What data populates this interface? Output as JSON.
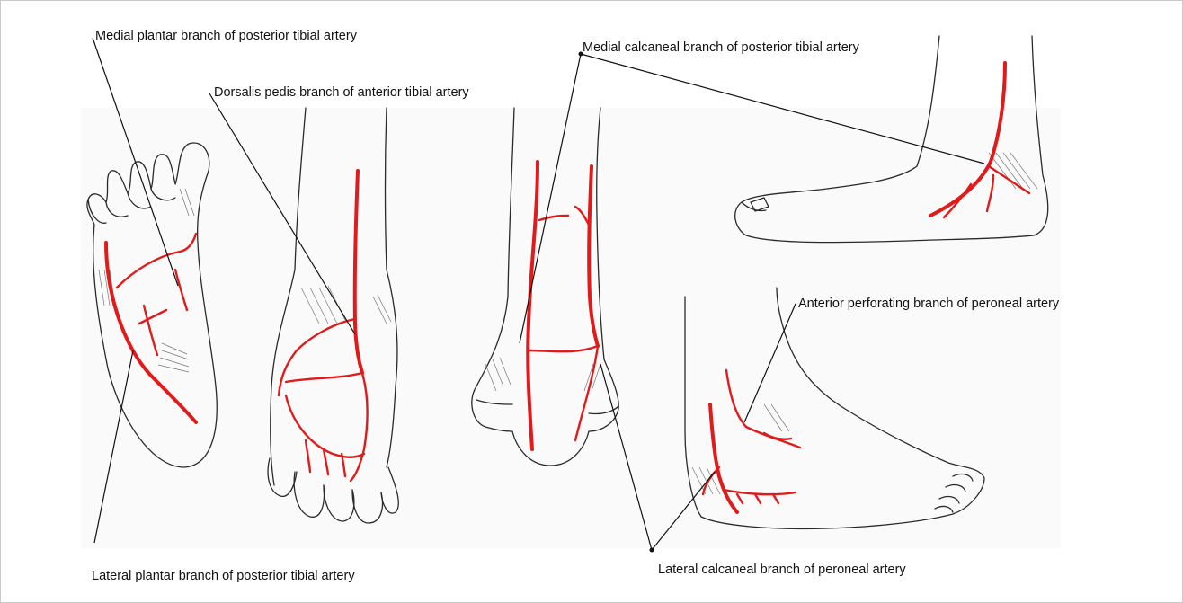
{
  "labels": {
    "medial_plantar": "Medial plantar branch of posterior tibial artery",
    "dorsalis_pedis": "Dorsalis pedis branch of anterior tibial artery",
    "medial_calcaneal": "Medial calcaneal branch of posterior tibial artery",
    "anterior_perforating": "Anterior perforating branch of peroneal artery",
    "lateral_plantar": "Lateral plantar branch of posterior tibial artery",
    "lateral_calcaneal": "Lateral calcaneal branch of peroneal artery"
  },
  "colors": {
    "artery": "#e01b1b",
    "sketch": "#2a2a2a",
    "leader": "#111111"
  }
}
